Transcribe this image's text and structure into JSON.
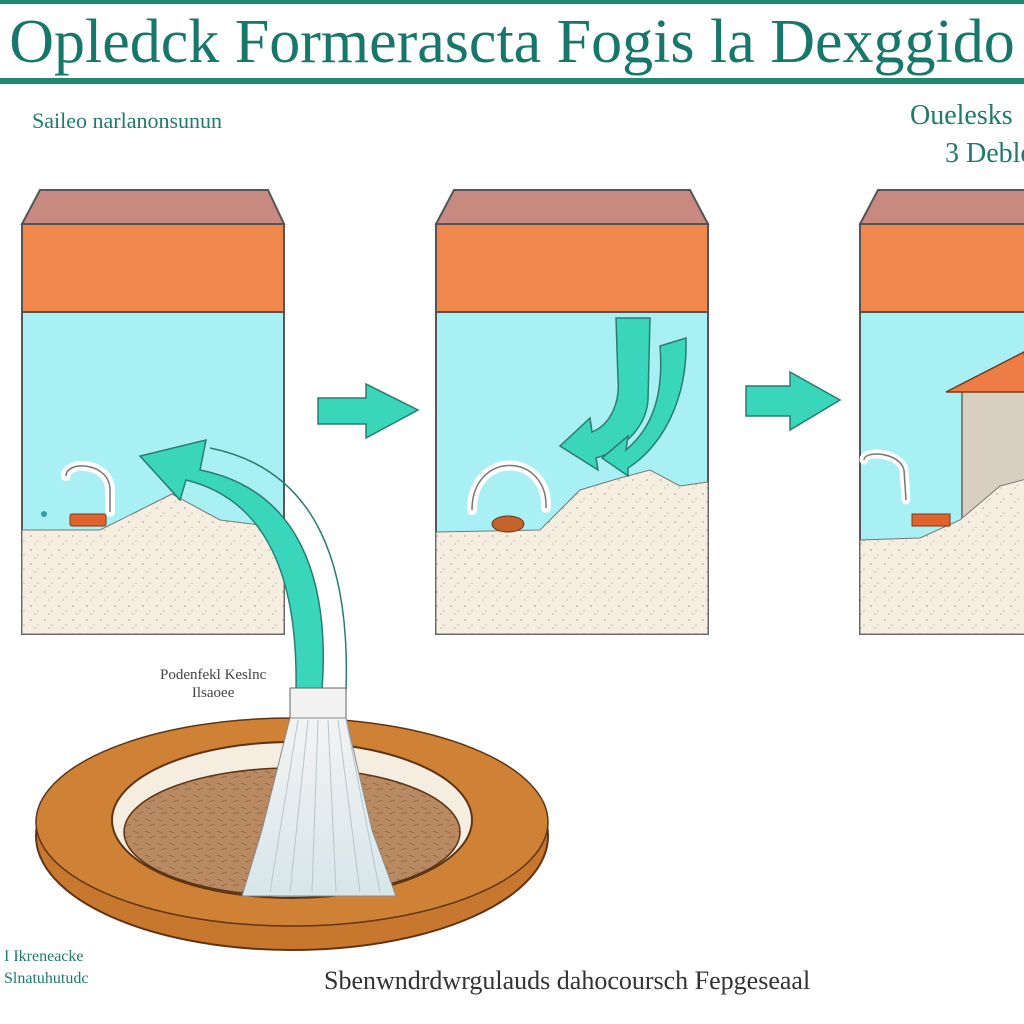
{
  "header": {
    "title": "Opledck Formerascta Fogis la Dexggido"
  },
  "labels": {
    "top_left": "Saileo narlanonsunun",
    "top_right_line1": "Ouelesks",
    "top_right_line2": "3 Deble",
    "mid": "Podenfekl Keslnc",
    "mid_line2": "Ilsaoee",
    "bottom_left_line1": "I Ikreneacke",
    "bottom_left_line2": "Slnatuhutudc",
    "bottom_caption": "Sbenwndrdwrgulauds dahocoursch Fepgeseaal"
  },
  "colors": {
    "banner": "#1f8a70",
    "title": "#16776a",
    "roof": "#c88a80",
    "band": "#f0874d",
    "water": "#a8f0f4",
    "sand": "#f6efe1",
    "arrow": "#3ad6bc",
    "basin_rim": "#c8772e",
    "basin_soil": "#b98a62"
  },
  "icons": {
    "faucet": "faucet-icon",
    "arrow": "arrow-right-icon",
    "house": "house-icon"
  }
}
